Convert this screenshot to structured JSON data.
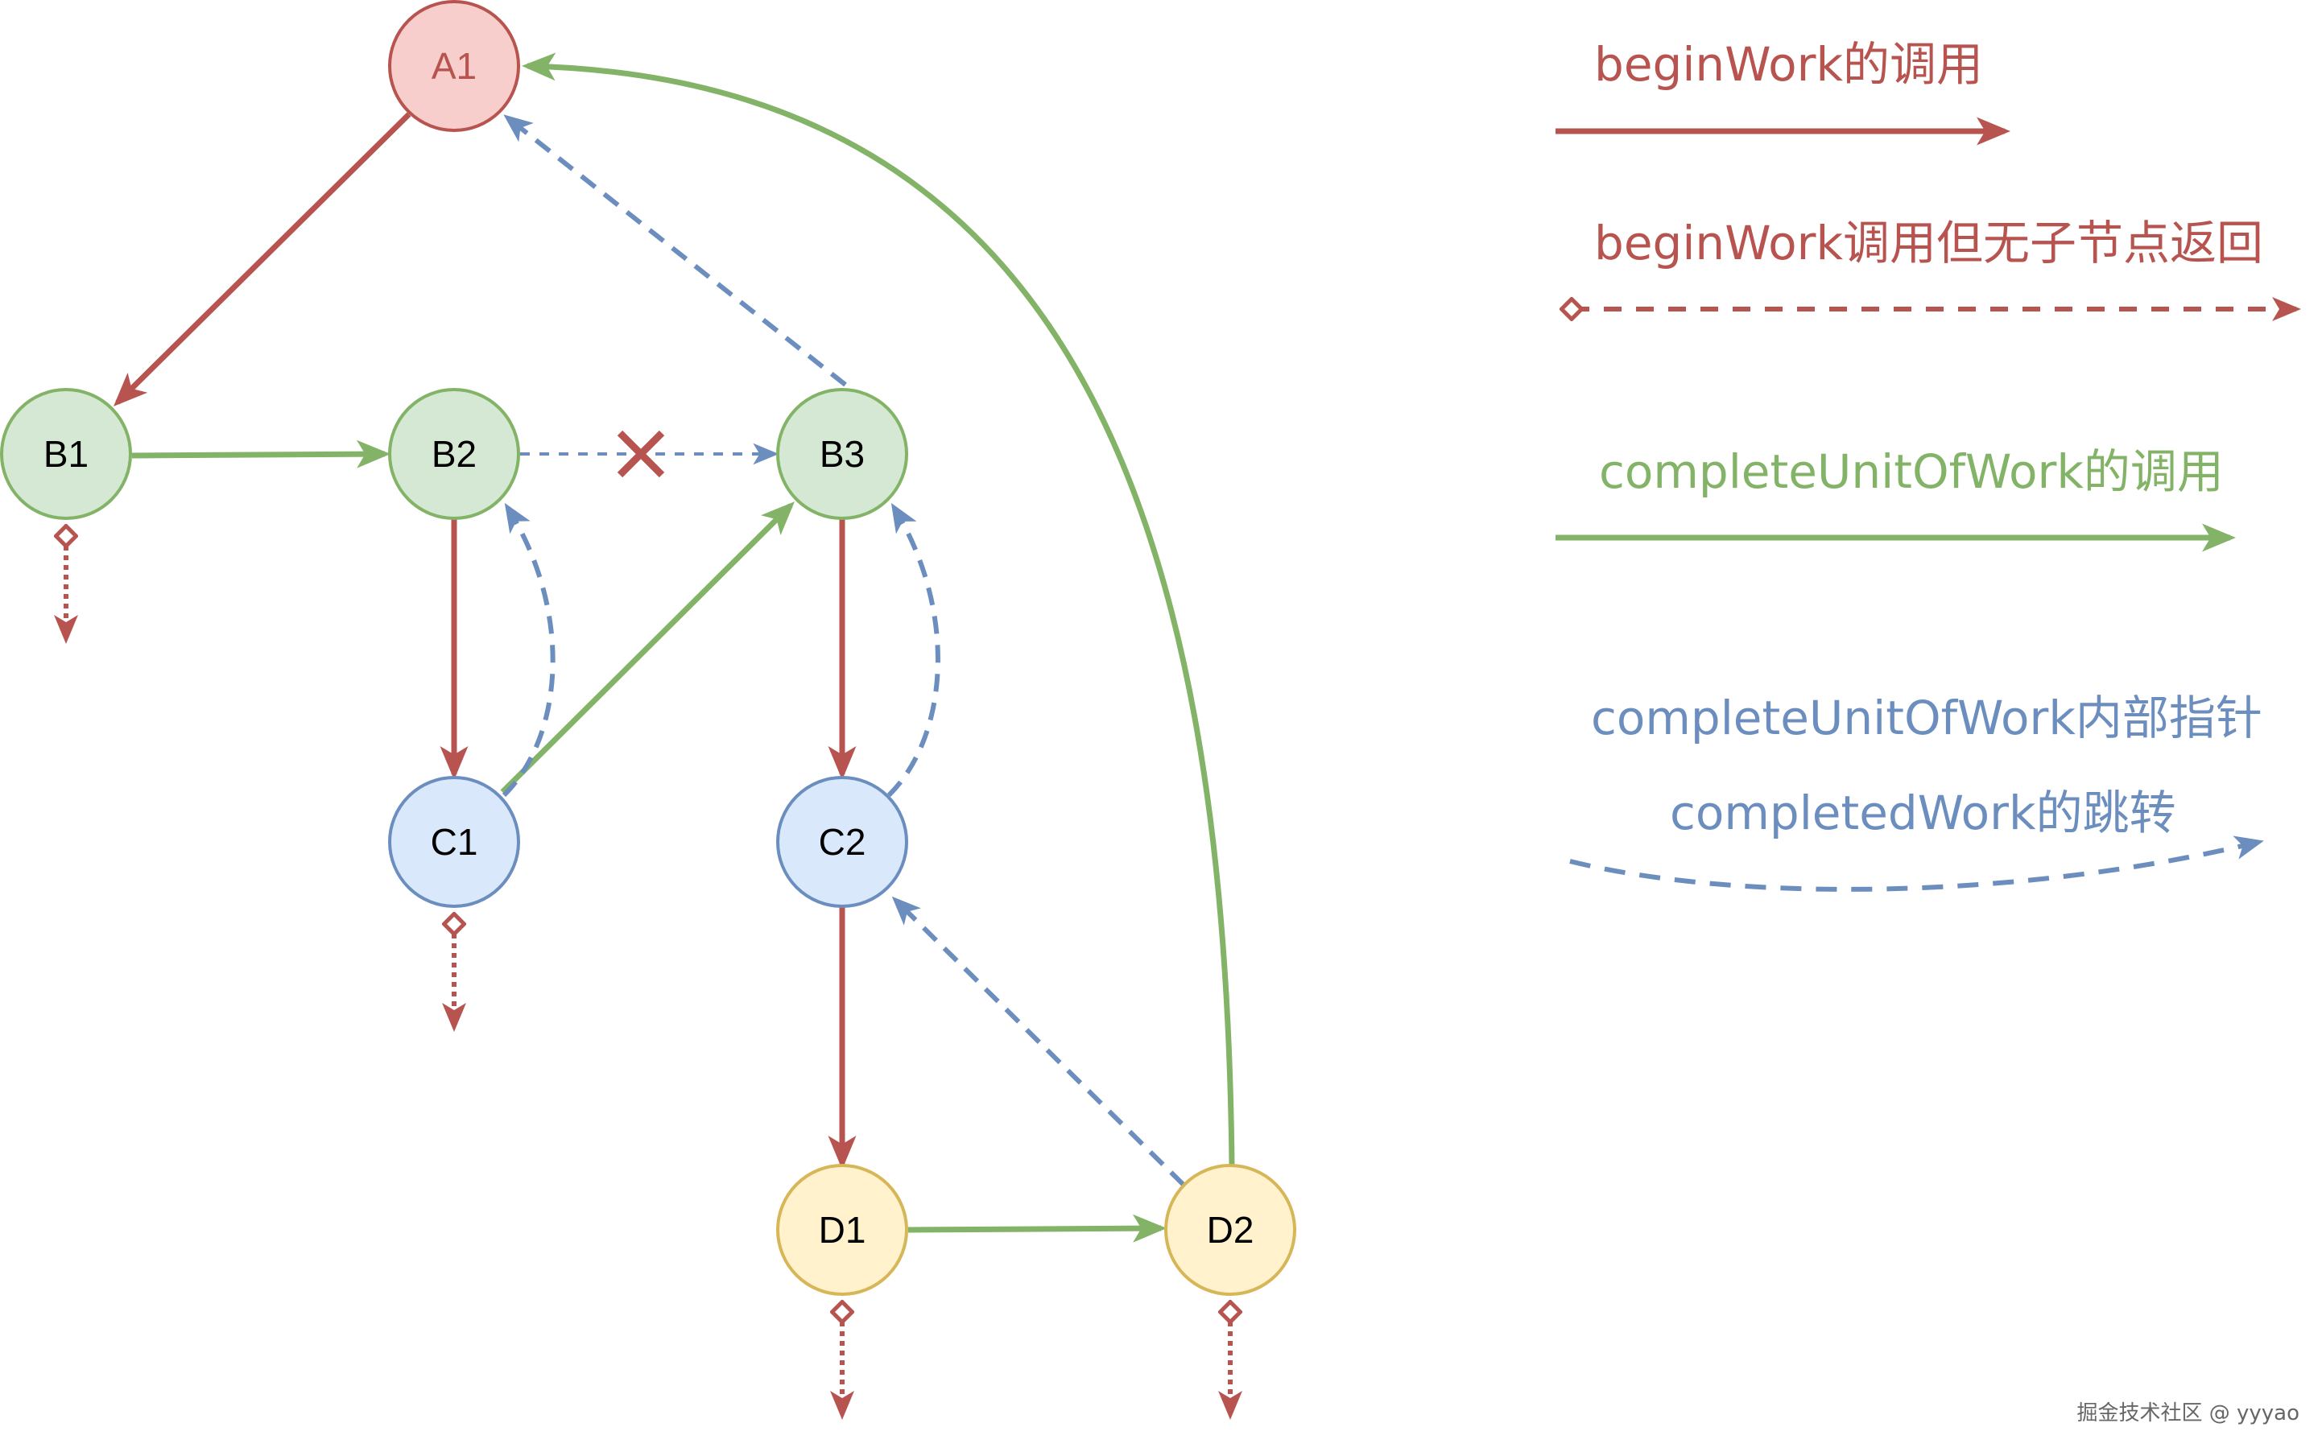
{
  "colors": {
    "begin_work": "#b85450",
    "complete_unit": "#82b366",
    "completed_work": "#6c8ebf",
    "red_node_fill": "#f8cecc",
    "red_node_stroke": "#b85450",
    "green_node_fill": "#d5e8d4",
    "green_node_stroke": "#82b366",
    "blue_node_fill": "#dae8fc",
    "blue_node_stroke": "#6c8ebf",
    "yellow_node_fill": "#fff2cc",
    "yellow_node_stroke": "#d6b656"
  },
  "nodes": {
    "a1": "A1",
    "b1": "B1",
    "b2": "B2",
    "b3": "B3",
    "c1": "C1",
    "c2": "C2",
    "d1": "D1",
    "d2": "D2"
  },
  "legend": {
    "begin_work": "beginWork的调用",
    "begin_work_no_child": "beginWork调用但无子节点返回",
    "complete_unit": "completeUnitOfWork的调用",
    "completed_work_line1": "completeUnitOfWork内部指针",
    "completed_work_line2": "completedWork的跳转"
  },
  "watermark": "掘金技术社区 @ yyyao"
}
